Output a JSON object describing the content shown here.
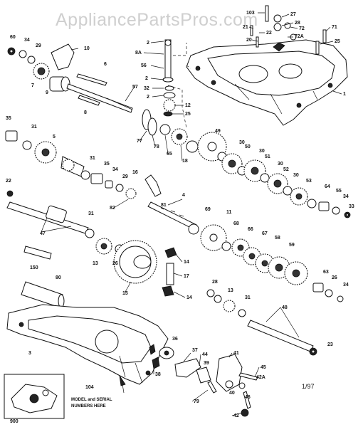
{
  "watermark": "AppliancePartsPros.com",
  "date_code": "1/97",
  "inset": {
    "line1": "MODEL and SERIAL",
    "line2": "NUMBERS HERE"
  },
  "callouts": {
    "c103": "103",
    "c27": "27",
    "c28": "28",
    "c72": "72",
    "c72a": "72A",
    "c22": "22",
    "c21": "21",
    "c20": "20",
    "c71": "71",
    "c25": "25",
    "c1": "1",
    "c60": "60",
    "c34": "34",
    "c29": "29",
    "c10": "10",
    "c7": "7",
    "c9": "9",
    "c6": "6",
    "c8": "8",
    "c2": "2",
    "c8a": "8A",
    "c56": "56",
    "c2b": "2",
    "c32": "32",
    "c2c": "2",
    "c12": "12",
    "c25b": "25",
    "c57": "57",
    "c77": "77",
    "c78": "78",
    "c65": "65",
    "c18": "18",
    "c49": "49",
    "c30a": "30",
    "c50": "50",
    "c30b": "30",
    "c51": "51",
    "c30c": "30",
    "c52": "52",
    "c30d": "30",
    "c53": "53",
    "c64": "64",
    "c55": "55",
    "c34b": "34",
    "c33": "33",
    "c35": "35",
    "c31": "31",
    "c5": "5",
    "c31b": "31",
    "c35b": "35",
    "c34c": "34",
    "c29b": "29",
    "c16": "16",
    "c4": "4",
    "c81": "81",
    "c82": "82",
    "c22b": "22",
    "c31c": "31",
    "c47": "47",
    "c13": "13",
    "c26": "26",
    "c150": "150",
    "c80": "80",
    "c15": "15",
    "c14": "14",
    "c17": "17",
    "c14b": "14",
    "c69": "69",
    "c11": "11",
    "c68": "68",
    "c66": "66",
    "c67": "67",
    "c58": "58",
    "c59": "59",
    "c63": "63",
    "c26b": "26",
    "c34d": "34",
    "c28b": "28",
    "c13b": "13",
    "c31d": "31",
    "c48": "48",
    "c23": "23",
    "c36": "36",
    "c3": "3",
    "c37": "37",
    "c44": "44",
    "c39": "39",
    "c41": "41",
    "c45": "45",
    "c42a": "42A",
    "c38": "38",
    "c40": "40",
    "c46": "46",
    "c79": "79",
    "c42": "42",
    "c104": "104",
    "c900": "900"
  }
}
